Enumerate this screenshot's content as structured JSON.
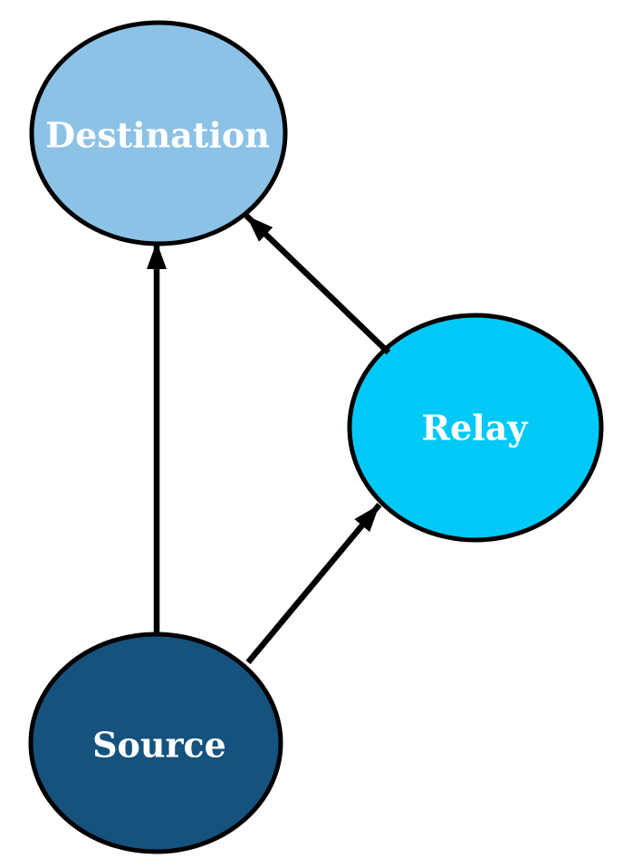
{
  "diagram": {
    "background": "#FFFFFF",
    "line_color": "#000000",
    "label_color": "#FFFFFF",
    "nodes": {
      "destination": {
        "label": "Destination",
        "fill": "#8CC2E6"
      },
      "relay": {
        "label": "Relay",
        "fill": "#00C9F7"
      },
      "source": {
        "label": "Source",
        "fill": "#15527E"
      }
    },
    "edges": [
      {
        "from": "Source",
        "to": "Destination"
      },
      {
        "from": "Source",
        "to": "Relay"
      },
      {
        "from": "Relay",
        "to": "Destination"
      }
    ]
  }
}
